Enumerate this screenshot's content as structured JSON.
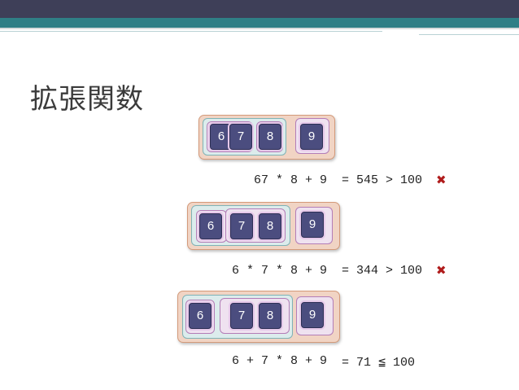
{
  "title": "拡張関数",
  "rows": [
    {
      "digits": [
        "6",
        "7",
        "8",
        "9"
      ],
      "expression": "67 * 8 + 9",
      "result": "= 545 > 100",
      "mark": "✖"
    },
    {
      "digits": [
        "6",
        "7",
        "8",
        "9"
      ],
      "expression": "6 * 7 * 8 + 9",
      "result": "= 344 > 100",
      "mark": "✖"
    },
    {
      "digits": [
        "6",
        "7",
        "8",
        "9"
      ],
      "expression": "6 + 7 * 8 + 9",
      "result": "= 71 ≦ 100",
      "mark": ""
    }
  ],
  "colors": {
    "accent": "#2f7f86",
    "header": "#3e3f58",
    "tile": "#4b4d7f",
    "cross": "#b01c1c"
  }
}
